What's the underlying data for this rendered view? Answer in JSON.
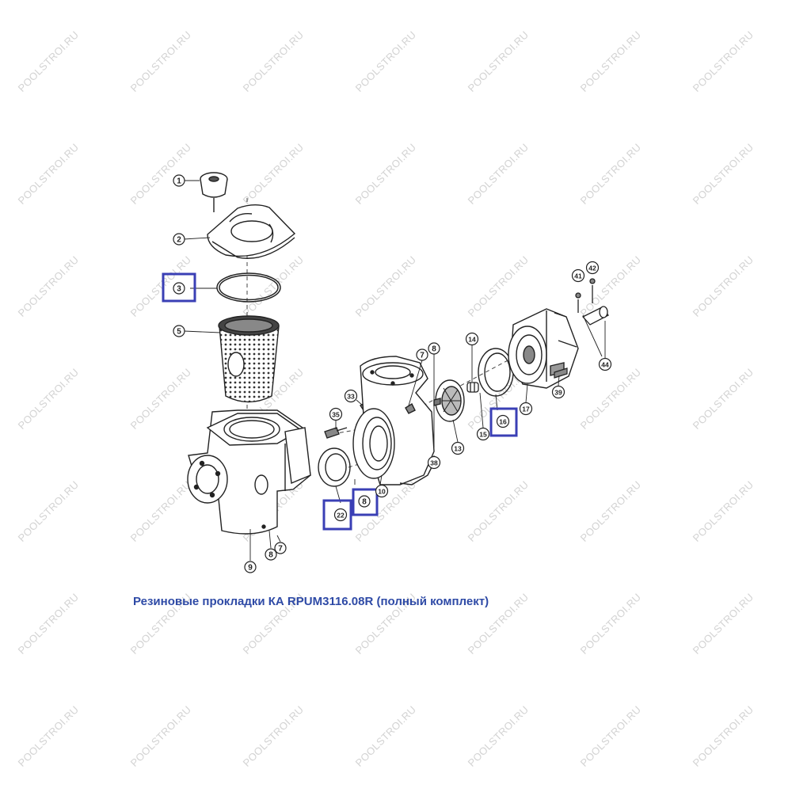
{
  "watermark": "POOLSTROI.RU",
  "caption": "Резиновые прокладки КА RPUM3116.08R (полный комплект)",
  "colors": {
    "highlight_box": "#3a3fb5",
    "caption_text": "#2e4aa6",
    "watermark_text": "#d3d3d3",
    "line_art": "#222222",
    "mesh": "#333333"
  },
  "parts": [
    {
      "id": "p1",
      "label": "1",
      "highlighted": false
    },
    {
      "id": "p2",
      "label": "2",
      "highlighted": false
    },
    {
      "id": "p3",
      "label": "3",
      "highlighted": true
    },
    {
      "id": "p5",
      "label": "5",
      "highlighted": false
    },
    {
      "id": "p9",
      "label": "9",
      "highlighted": false
    },
    {
      "id": "p8a",
      "label": "8",
      "highlighted": false
    },
    {
      "id": "p7a",
      "label": "7",
      "highlighted": false
    },
    {
      "id": "p33",
      "label": "33",
      "highlighted": false
    },
    {
      "id": "p35",
      "label": "35",
      "highlighted": false
    },
    {
      "id": "p7b",
      "label": "7",
      "highlighted": false
    },
    {
      "id": "p8b",
      "label": "8",
      "highlighted": false
    },
    {
      "id": "p22",
      "label": "22",
      "highlighted": true
    },
    {
      "id": "p8c",
      "label": "8",
      "highlighted": true
    },
    {
      "id": "p10",
      "label": "10",
      "highlighted": false
    },
    {
      "id": "p38",
      "label": "38",
      "highlighted": false
    },
    {
      "id": "p13",
      "label": "13",
      "highlighted": false
    },
    {
      "id": "p14",
      "label": "14",
      "highlighted": false
    },
    {
      "id": "p15",
      "label": "15",
      "highlighted": false
    },
    {
      "id": "p16",
      "label": "16",
      "highlighted": true
    },
    {
      "id": "p17",
      "label": "17",
      "highlighted": false
    },
    {
      "id": "p39",
      "label": "39",
      "highlighted": false
    },
    {
      "id": "p41",
      "label": "41",
      "highlighted": false
    },
    {
      "id": "p42",
      "label": "42",
      "highlighted": false
    },
    {
      "id": "p44",
      "label": "44",
      "highlighted": false
    }
  ]
}
